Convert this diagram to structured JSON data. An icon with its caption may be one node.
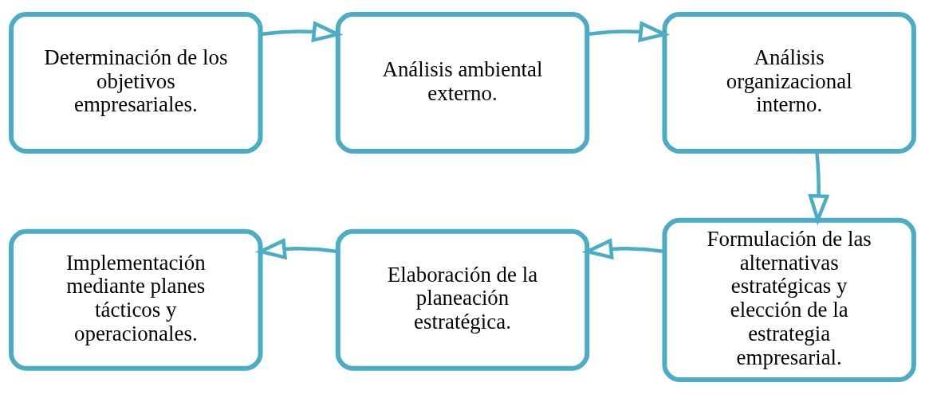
{
  "diagram": {
    "nodes": [
      {
        "text": [
          "Determinación de los objetivos empresariales."
        ]
      },
      {
        "text": [
          "Análisis ambiental externo."
        ]
      },
      {
        "text": [
          "Análisis organizacional interno."
        ]
      },
      {
        "text": [
          "Formulación de las alternativas estratégicas y elección de la estrategia empresarial."
        ]
      },
      {
        "text": [
          "Elaboración de la planeación estratégica."
        ]
      },
      {
        "text": [
          "Implementación mediante planes tácticos y operacionales."
        ]
      }
    ],
    "edges": [
      {
        "from": 0,
        "to": 1,
        "arrow": "to"
      },
      {
        "from": 1,
        "to": 2,
        "arrow": "to"
      },
      {
        "from": 2,
        "to": 3,
        "arrow": "to"
      },
      {
        "from": 3,
        "to": 4,
        "arrow": "to"
      },
      {
        "from": 4,
        "to": 5,
        "arrow": "to"
      }
    ]
  }
}
